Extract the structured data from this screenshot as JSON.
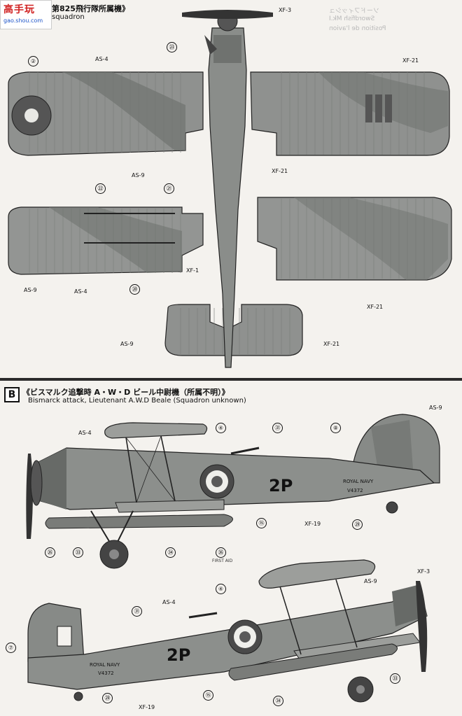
{
  "logo": {
    "text": "高手玩",
    "url": "gao.shou.com"
  },
  "section_a": {
    "title_jp": "第825飛行隊所属機》",
    "title_en": "squadron"
  },
  "section_b": {
    "letter": "B",
    "title_jp": "《ビスマルク追撃時 A・W・D ビール中尉機（所属不明）》",
    "title_en": "Bismarck attack, Lieutenant A.W.D Beale (Squadron unknown)"
  },
  "bleed_text": [
    "ソードフィッシュ",
    "Swordfish Mk.I",
    "Position de l'avion"
  ],
  "callouts_a": {
    "xf3": "XF-3",
    "as4_top": "AS-4",
    "num2": "②",
    "num23": "㉓",
    "xf21_top": "XF-21",
    "as9_mid": "AS-9",
    "xf21_mid": "XF-21",
    "num22": "㉒",
    "num21": "㉑",
    "xf1": "XF-1",
    "as9_low": "AS-9",
    "as4_low": "AS-4",
    "num20": "⑳",
    "xf21_low": "XF-21",
    "as9_tail": "AS-9",
    "xf21_tail": "XF-21"
  },
  "callouts_b": {
    "as4": "AS-4",
    "num4": "④",
    "num31": "㉛",
    "num8": "⑧",
    "as9": "AS-9",
    "roundel_letters": "2P",
    "royal_navy": "ROYAL NAVY",
    "serial": "V4372",
    "num15": "⑮",
    "xf19": "XF-19",
    "num29": "㉙",
    "num26": "㉖",
    "num33": "㉝",
    "num34": "㉞",
    "num36": "㊱",
    "first_aid": "FIRST AID"
  },
  "callouts_c": {
    "xf3": "XF-3",
    "as9": "AS-9",
    "num4": "④",
    "as4": "AS-4",
    "num31": "㉛",
    "num7": "⑦",
    "roundel_letters": "2P",
    "royal_navy": "ROYAL NAVY",
    "serial": "V4372",
    "num15": "⑮",
    "num29": "㉙",
    "xf19": "XF-19",
    "num33": "㉝",
    "num34": "㉞"
  },
  "colors": {
    "extra_dark_sea_grey": "#8d8f8d",
    "dark_slate_grey": "#6e726d",
    "sky": "#b9bcb4",
    "roundel_red": "#3d3d3d",
    "roundel_white": "#f0f0ec",
    "roundel_blue": "#8a8a8a"
  }
}
